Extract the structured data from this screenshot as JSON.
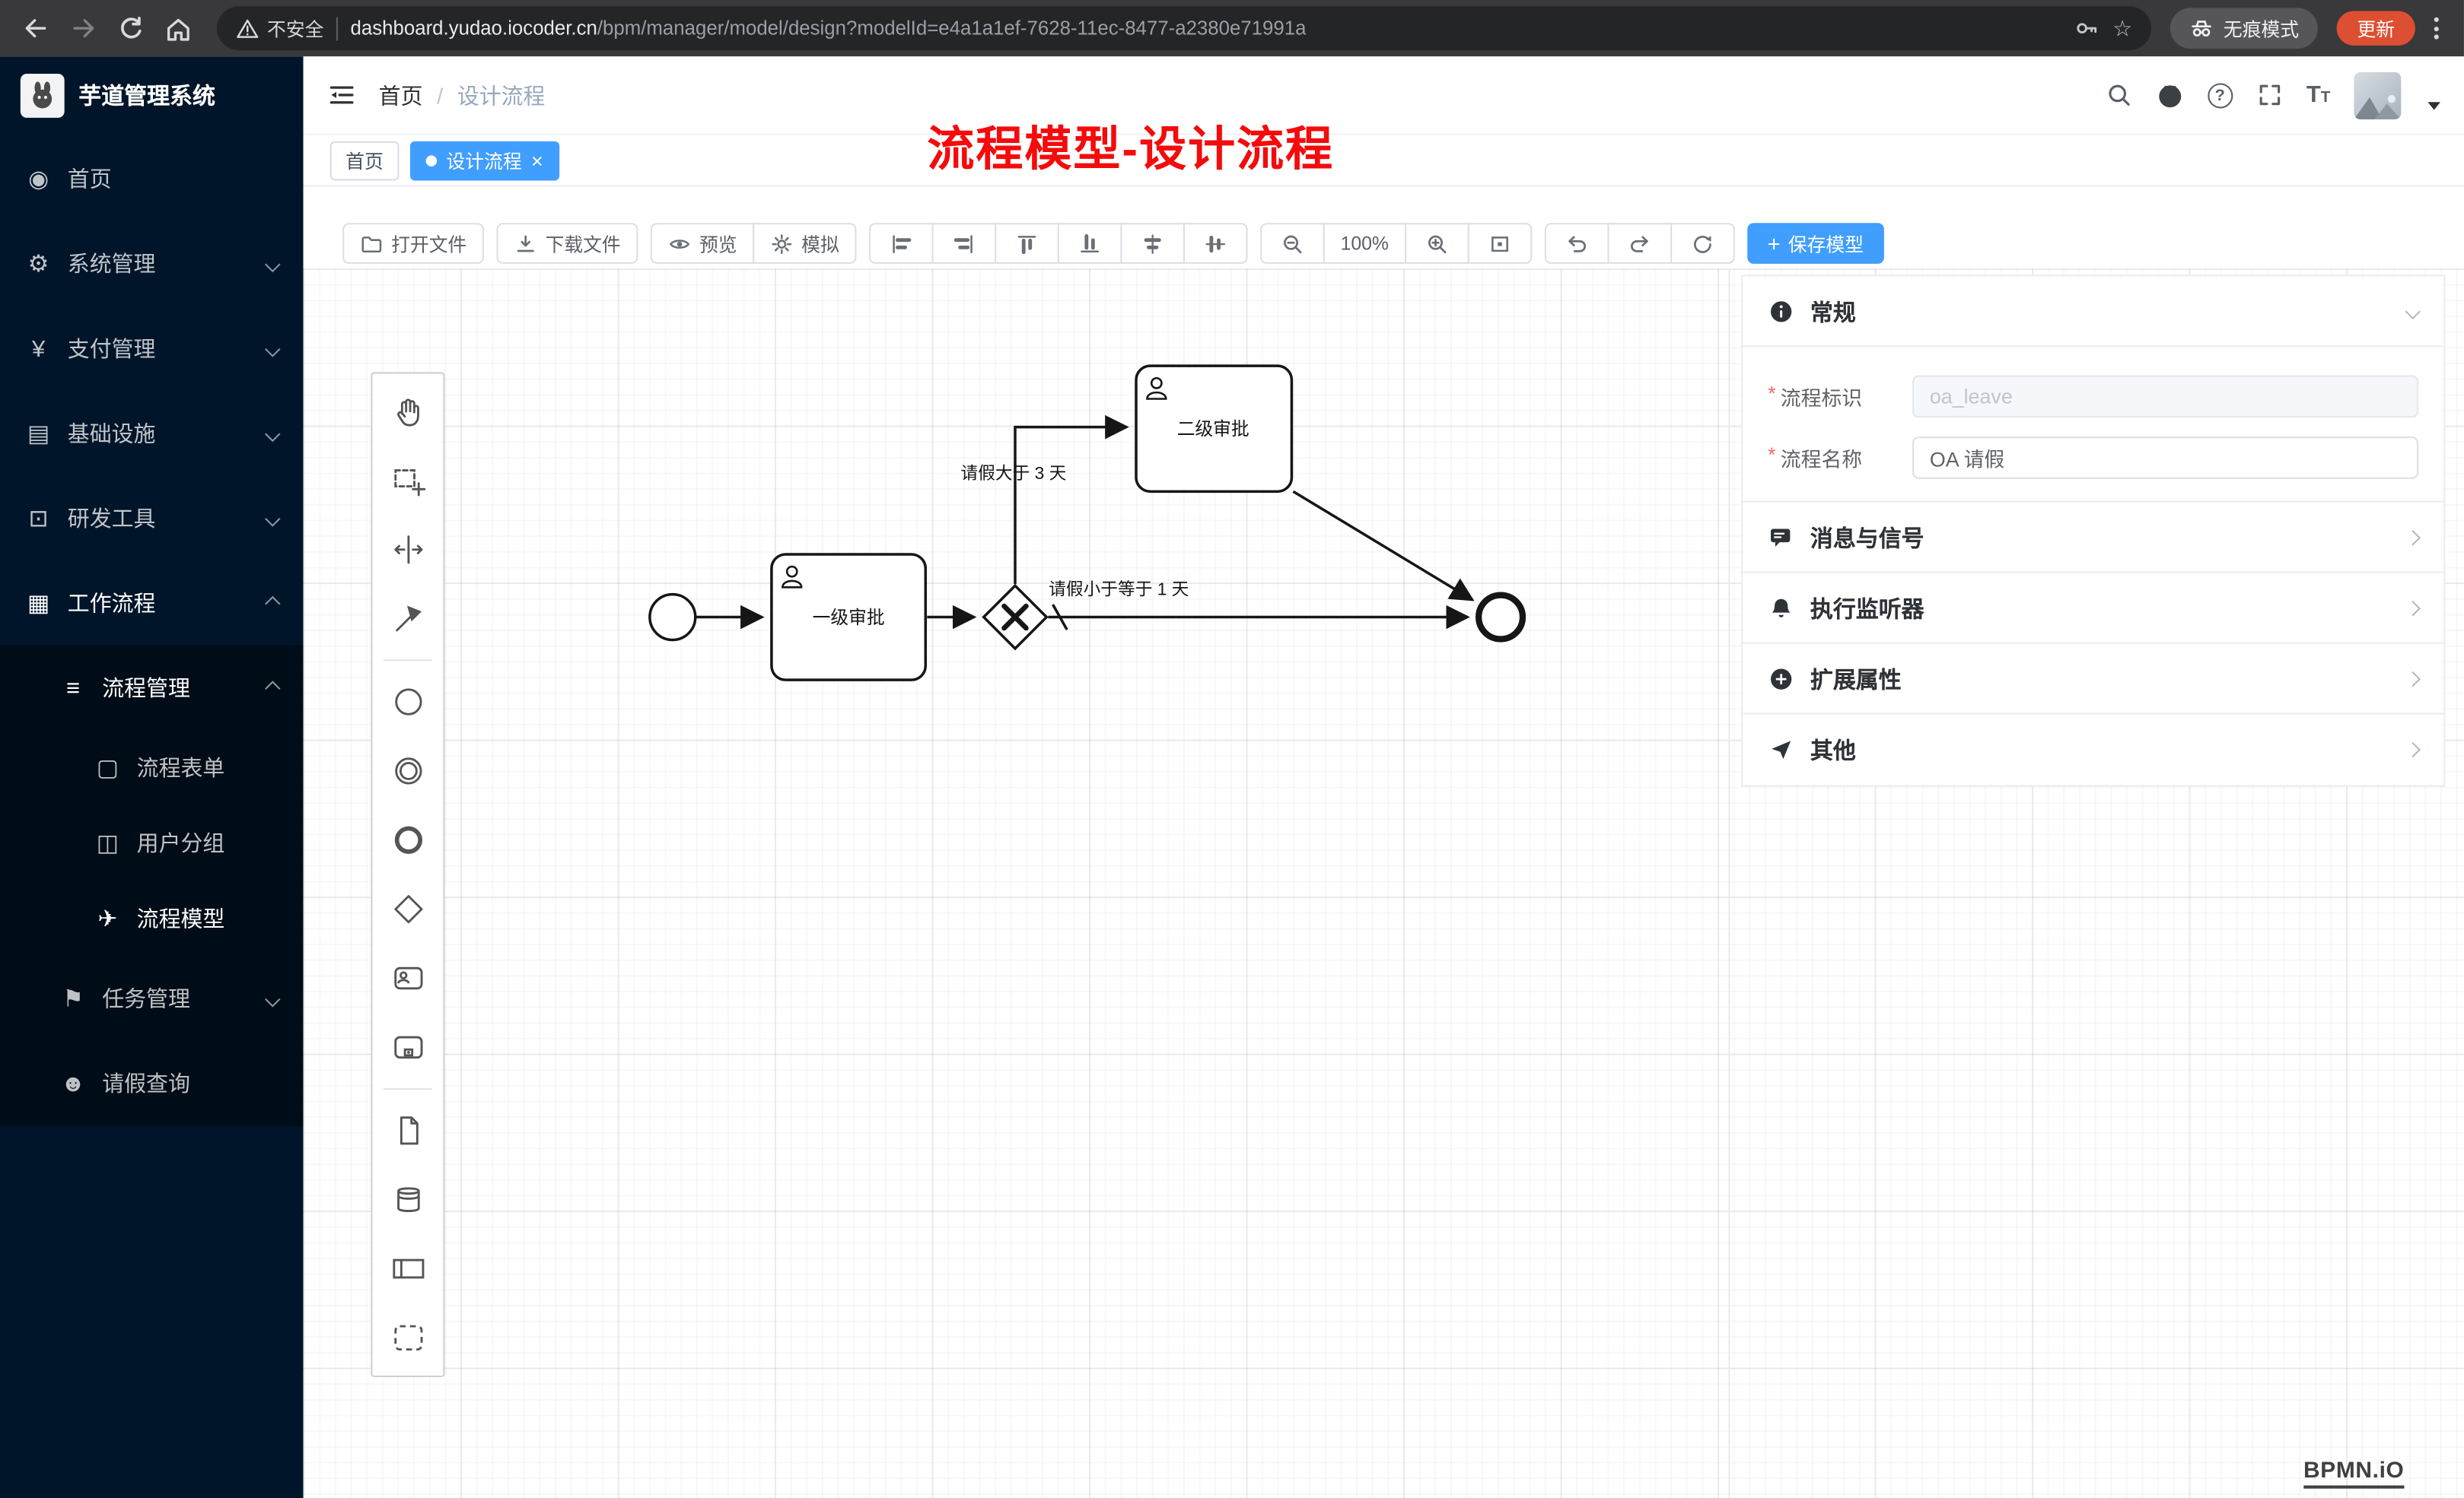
{
  "colors": {
    "accent_blue": "#409eff",
    "sidebar_bg": "#001529",
    "submenu_bg": "#000c17",
    "annotation_red": "#f40b0b",
    "update_button_bg": "#dd4f31",
    "diagram_stroke": "#161616"
  },
  "browser": {
    "security_warning": "不安全",
    "url_host": "dashboard.yudao.iocoder.cn",
    "url_path": "/bpm/manager/model/design?modelId=e4a1a1ef-7628-11ec-8477-a2380e71991a",
    "incognito_label": "无痕模式",
    "update_label": "更新"
  },
  "sidebar": {
    "app_title": "芋道管理系统",
    "items": [
      {
        "label": "首页"
      },
      {
        "label": "系统管理"
      },
      {
        "label": "支付管理"
      },
      {
        "label": "基础设施"
      },
      {
        "label": "研发工具"
      },
      {
        "label": "工作流程"
      },
      {
        "label": "流程管理"
      },
      {
        "label": "流程表单"
      },
      {
        "label": "用户分组"
      },
      {
        "label": "流程模型"
      },
      {
        "label": "任务管理"
      },
      {
        "label": "请假查询"
      }
    ]
  },
  "header": {
    "breadcrumb_root": "首页",
    "breadcrumb_separator": "/",
    "breadcrumb_current": "设计流程",
    "annotation": "流程模型-设计流程"
  },
  "tabs": [
    {
      "label": "首页"
    },
    {
      "label": "设计流程"
    }
  ],
  "toolbar": {
    "open_file": "打开文件",
    "download_file": "下载文件",
    "preview": "预览",
    "simulate": "模拟",
    "zoom_level": "100%",
    "save_model": "保存模型"
  },
  "palette": {
    "items": [
      "hand-tool",
      "lasso-tool",
      "space-tool",
      "global-connect-tool",
      "create-start-event",
      "create-intermediate-event",
      "create-end-event",
      "create-exclusive-gateway",
      "create-user-task",
      "create-subprocess",
      "create-data-object",
      "create-data-store",
      "create-participant",
      "create-group"
    ]
  },
  "diagram": {
    "task1_label": "一级审批",
    "task2_label": "二级审批",
    "flow_label_gt": "请假大于 3 天",
    "flow_label_lte": "请假小于等于 1 天"
  },
  "properties": {
    "general_title": "常规",
    "fields": [
      {
        "required": "*",
        "label": "流程标识",
        "value": "oa_leave"
      },
      {
        "required": "*",
        "label": "流程名称",
        "value": "OA 请假"
      }
    ],
    "sections": [
      {
        "title": "消息与信号"
      },
      {
        "title": "执行监听器"
      },
      {
        "title": "扩展属性"
      },
      {
        "title": "其他"
      }
    ]
  },
  "watermark": "BPMN.iO",
  "icons": [
    "back-icon",
    "forward-icon",
    "reload-icon",
    "home-icon",
    "warning-icon",
    "key-icon",
    "bookmark-star-icon",
    "incognito-icon",
    "browser-menu-icon",
    "collapse-menu-icon",
    "search-icon",
    "github-icon",
    "help-icon",
    "fullscreen-icon",
    "font-size-icon",
    "avatar",
    "caret-down-icon",
    "folder-icon",
    "download-icon",
    "eye-icon",
    "gear-icon",
    "align-left-icon",
    "align-right-icon",
    "align-top-icon",
    "align-bottom-icon",
    "align-center-h-icon",
    "align-center-v-icon",
    "zoom-out-icon",
    "zoom-in-icon",
    "fit-viewport-icon",
    "undo-icon",
    "redo-icon",
    "refresh-icon",
    "plus-icon",
    "info-icon",
    "message-icon",
    "bell-icon",
    "plus-circle-icon",
    "send-icon",
    "user-icon",
    "chevron-icon"
  ]
}
